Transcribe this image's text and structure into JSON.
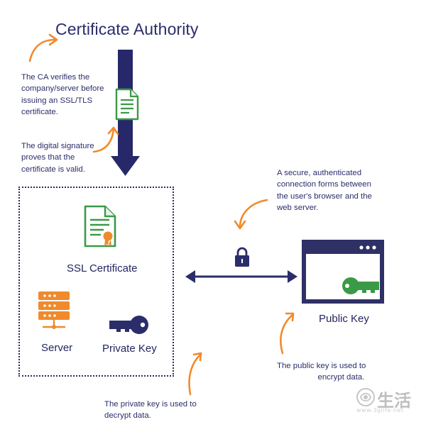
{
  "title": "Certificate Authority",
  "notes": {
    "ca_verifies": [
      "The CA verifies the",
      "company/server before",
      "issuing an SSL/TLS",
      "certificate."
    ],
    "digital_signature": [
      "The digital signature",
      "proves that the",
      "certificate is valid."
    ],
    "secure_connection": [
      "A secure, authenticated",
      "connection forms between",
      "the user's browser and the",
      "web server."
    ],
    "public_key_note": [
      "The public key is used to",
      "encrypt data."
    ],
    "private_key_note": [
      "The private key is used to",
      "decrypt data."
    ]
  },
  "labels": {
    "ssl_certificate": "SSL Certificate",
    "server": "Server",
    "private_key": "Private Key",
    "public_key": "Public Key"
  },
  "watermark": {
    "text": "生活",
    "url": "www.3glife.net"
  },
  "colors": {
    "navy": "#2b2d6b",
    "orange": "#f08a2c",
    "green": "#3a9a46",
    "dark_bar": "#2f3066"
  }
}
